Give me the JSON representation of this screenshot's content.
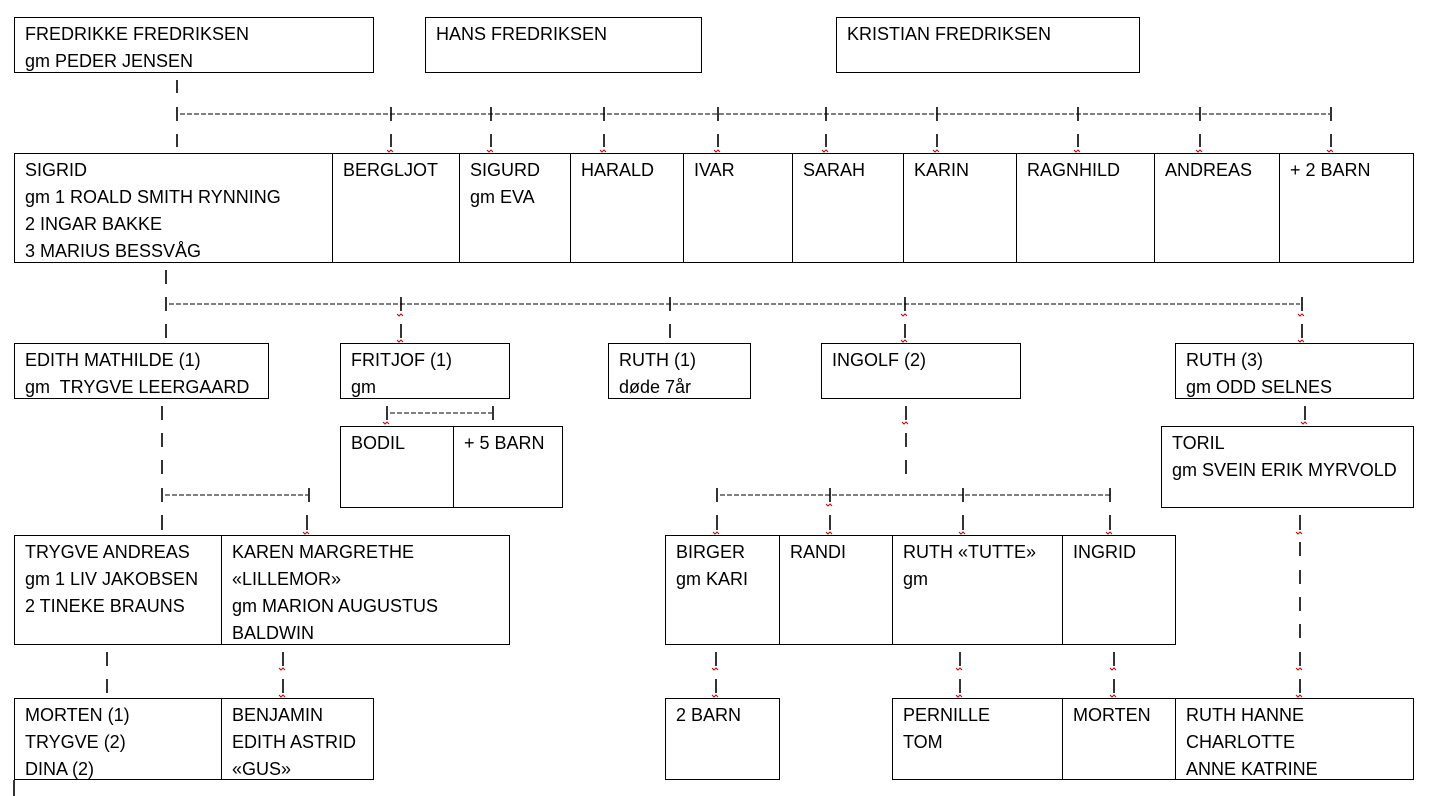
{
  "gen0": [
    {
      "id": "fredrikke",
      "lines": [
        "FREDRIKKE FREDRIKSEN",
        "gm PEDER JENSEN"
      ]
    },
    {
      "id": "hans",
      "lines": [
        "HANS FREDRIKSEN"
      ]
    },
    {
      "id": "kristian",
      "lines": [
        "KRISTIAN FREDRIKSEN"
      ]
    }
  ],
  "gen1": [
    {
      "id": "sigrid",
      "lines": [
        "SIGRID",
        "gm 1 ROALD SMITH RYNNING",
        "2 INGAR BAKKE",
        "3 MARIUS BESSVÅG"
      ]
    },
    {
      "id": "bergljot",
      "lines": [
        "BERGLJOT"
      ]
    },
    {
      "id": "sigurd",
      "lines": [
        "SIGURD",
        "gm EVA"
      ]
    },
    {
      "id": "harald",
      "lines": [
        "HARALD"
      ]
    },
    {
      "id": "ivar",
      "lines": [
        "IVAR"
      ]
    },
    {
      "id": "sarah",
      "lines": [
        "SARAH"
      ]
    },
    {
      "id": "karin",
      "lines": [
        "KARIN"
      ]
    },
    {
      "id": "ragnhild",
      "lines": [
        "RAGNHILD"
      ]
    },
    {
      "id": "andreas",
      "lines": [
        "ANDREAS"
      ]
    },
    {
      "id": "plus2",
      "lines": [
        "+ 2 BARN"
      ]
    }
  ],
  "gen2": [
    {
      "id": "edith",
      "lines": [
        "EDITH MATHILDE (1)",
        "gm  TRYGVE LEERGAARD"
      ]
    },
    {
      "id": "fritjof",
      "lines": [
        "FRITJOF (1)",
        "gm"
      ]
    },
    {
      "id": "ruth1",
      "lines": [
        "RUTH (1)",
        "døde 7år"
      ]
    },
    {
      "id": "ingolf",
      "lines": [
        "INGOLF (2)"
      ]
    },
    {
      "id": "ruth3",
      "lines": [
        "RUTH (3)",
        "gm ODD SELNES"
      ]
    }
  ],
  "gen3a": [
    {
      "id": "bodil",
      "lines": [
        "BODIL"
      ]
    },
    {
      "id": "plus5",
      "lines": [
        "+ 5 BARN"
      ]
    },
    {
      "id": "toril",
      "lines": [
        "TORIL",
        "gm SVEIN ERIK MYRVOLD"
      ]
    }
  ],
  "gen3": [
    {
      "id": "trygve",
      "lines": [
        "TRYGVE ANDREAS",
        "gm 1 LIV JAKOBSEN",
        "2 TINEKE BRAUNS"
      ]
    },
    {
      "id": "karen",
      "lines": [
        "KAREN MARGRETHE",
        "«LILLEMOR»",
        "gm MARION AUGUSTUS",
        "BALDWIN"
      ]
    },
    {
      "id": "birger",
      "lines": [
        "BIRGER",
        "gm KARI"
      ]
    },
    {
      "id": "randi",
      "lines": [
        "RANDI"
      ]
    },
    {
      "id": "ruthtutte",
      "lines": [
        "RUTH «TUTTE»",
        "gm"
      ]
    },
    {
      "id": "ingrid",
      "lines": [
        "INGRID"
      ]
    }
  ],
  "gen4": [
    {
      "id": "morten1",
      "lines": [
        "MORTEN (1)",
        "TRYGVE (2)",
        "DINA (2)"
      ]
    },
    {
      "id": "benjamin",
      "lines": [
        "BENJAMIN",
        "EDITH ASTRID",
        "«GUS»"
      ]
    },
    {
      "id": "birgerbarn",
      "lines": [
        "2 BARN"
      ]
    },
    {
      "id": "pernille",
      "lines": [
        "PERNILLE",
        "TOM"
      ]
    },
    {
      "id": "morten2",
      "lines": [
        "MORTEN"
      ]
    },
    {
      "id": "ruthhanne",
      "lines": [
        "RUTH HANNE",
        "CHARLOTTE",
        "ANNE KATRINE"
      ]
    }
  ]
}
